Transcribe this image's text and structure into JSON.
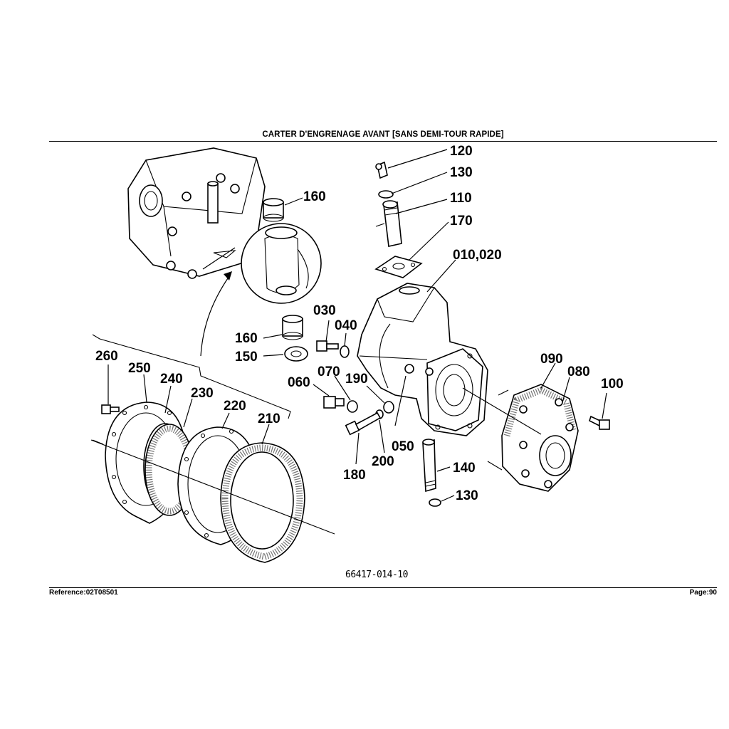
{
  "header": {
    "title": "CARTER D'ENGRENAGE AVANT   [SANS DEMI-TOUR RAPIDE]"
  },
  "footer": {
    "reference": "Reference:02T08501",
    "page": "Page:90"
  },
  "drawing_number": "66417-014-10",
  "callouts": [
    {
      "id": "c120",
      "label": "120"
    },
    {
      "id": "c130a",
      "label": "130"
    },
    {
      "id": "c110",
      "label": "110"
    },
    {
      "id": "c170",
      "label": "170"
    },
    {
      "id": "c010",
      "label": "010,020"
    },
    {
      "id": "c160a",
      "label": "160"
    },
    {
      "id": "c030",
      "label": "030"
    },
    {
      "id": "c040",
      "label": "040"
    },
    {
      "id": "c160b",
      "label": "160"
    },
    {
      "id": "c150",
      "label": "150"
    },
    {
      "id": "c260",
      "label": "260"
    },
    {
      "id": "c250",
      "label": "250"
    },
    {
      "id": "c240",
      "label": "240"
    },
    {
      "id": "c230",
      "label": "230"
    },
    {
      "id": "c220",
      "label": "220"
    },
    {
      "id": "c210",
      "label": "210"
    },
    {
      "id": "c060",
      "label": "060"
    },
    {
      "id": "c070",
      "label": "070"
    },
    {
      "id": "c190",
      "label": "190"
    },
    {
      "id": "c090",
      "label": "090"
    },
    {
      "id": "c080",
      "label": "080"
    },
    {
      "id": "c100",
      "label": "100"
    },
    {
      "id": "c050",
      "label": "050"
    },
    {
      "id": "c180",
      "label": "180"
    },
    {
      "id": "c200",
      "label": "200"
    },
    {
      "id": "c140",
      "label": "140"
    },
    {
      "id": "c130b",
      "label": "130"
    }
  ]
}
